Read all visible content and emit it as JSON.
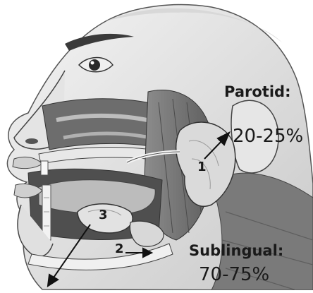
{
  "labels": {
    "parotid_name": "Parotid",
    "parotid_colon": ":",
    "parotid_value": "20-25%",
    "sublingual_name": "Sublingual",
    "sublingual_colon": ":",
    "sublingual_value": "70-75%",
    "marker_1": "1",
    "marker_2": "2",
    "marker_3": "3"
  }
}
